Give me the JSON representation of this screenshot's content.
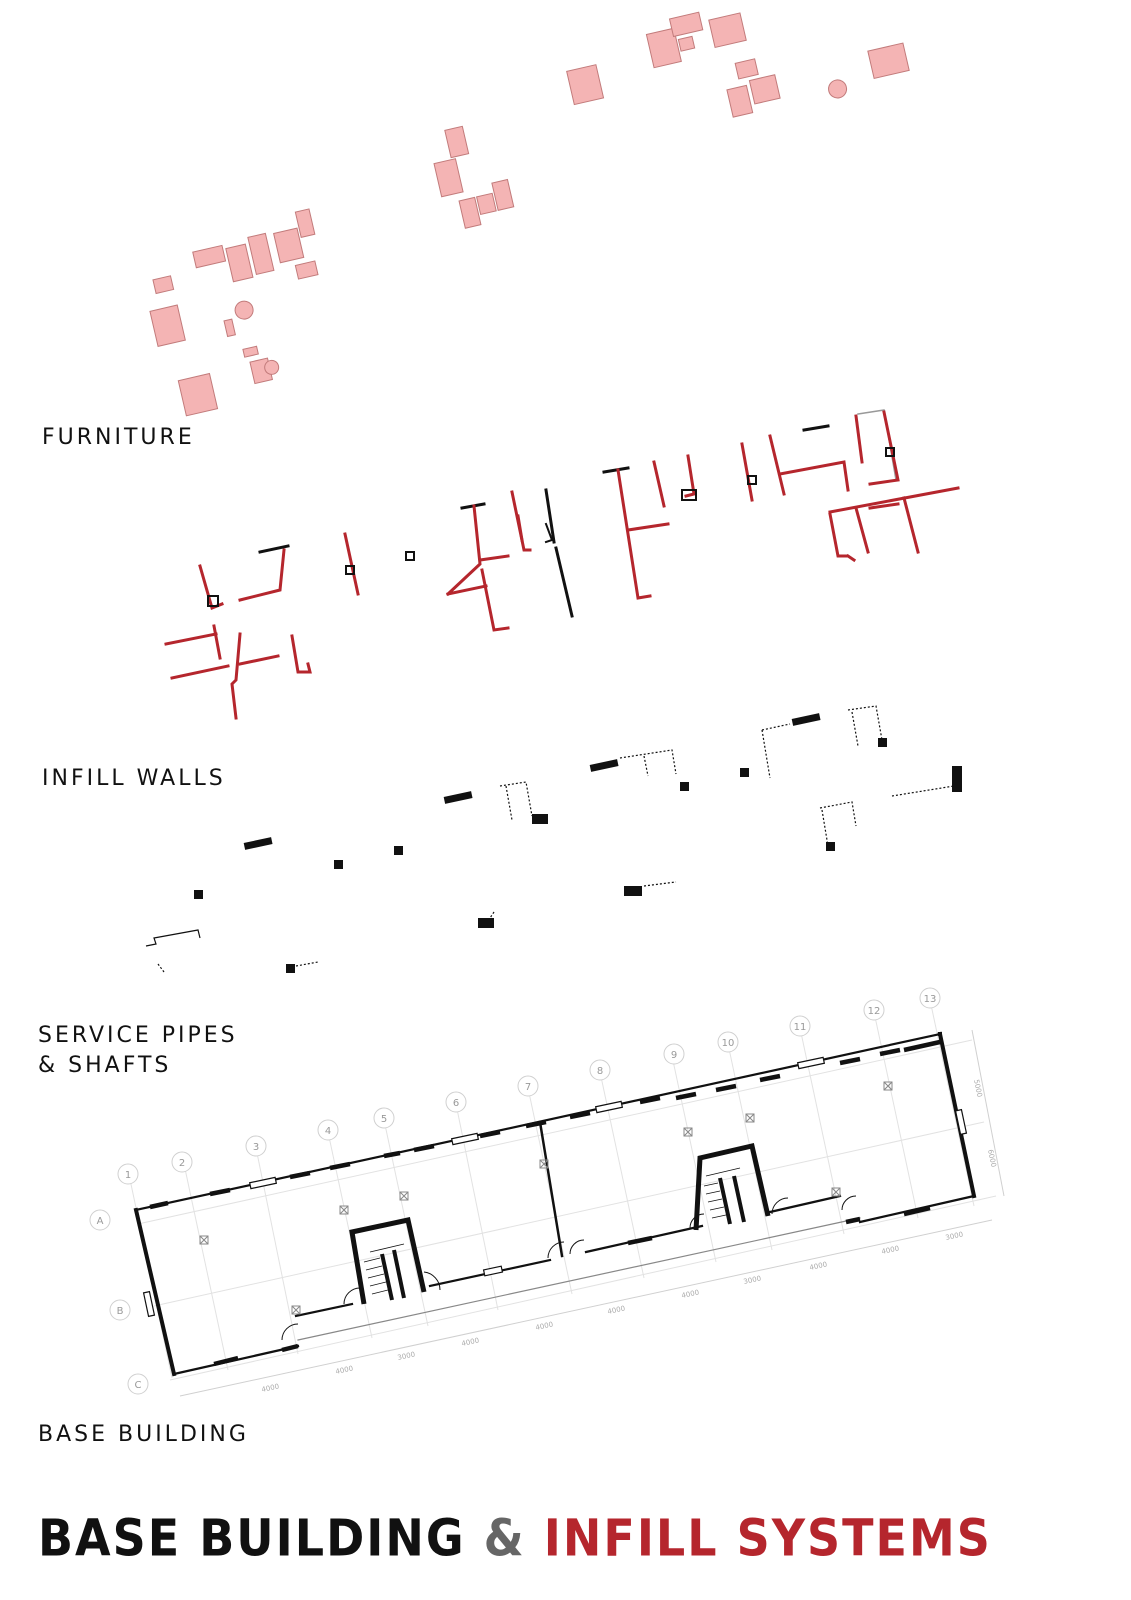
{
  "labels": {
    "furniture": "FURNITURE",
    "infill_walls": "INFILL WALLS",
    "service_line1": "SERVICE PIPES",
    "service_line2": "& SHAFTS",
    "base_building": "BASE BUILDING"
  },
  "title": {
    "part1": "BASE BUILDING",
    "amp": "&",
    "part2": "INFILL SYSTEMS"
  },
  "grid": {
    "columns": [
      "1",
      "2",
      "3",
      "4",
      "5",
      "6",
      "7",
      "8",
      "9",
      "10",
      "11",
      "12",
      "13"
    ],
    "rows": [
      "A",
      "B",
      "C"
    ],
    "dims_bottom": [
      "4000",
      "4000",
      "3000",
      "4000",
      "4000",
      "4000",
      "4000",
      "3000",
      "4000",
      "4000",
      "3000"
    ],
    "dims_right": [
      "5000",
      "6000"
    ]
  },
  "colors": {
    "accent": "#b5262d",
    "furniture_fill": "#f4b4b4",
    "walls": "#111111",
    "amp": "#666666"
  }
}
